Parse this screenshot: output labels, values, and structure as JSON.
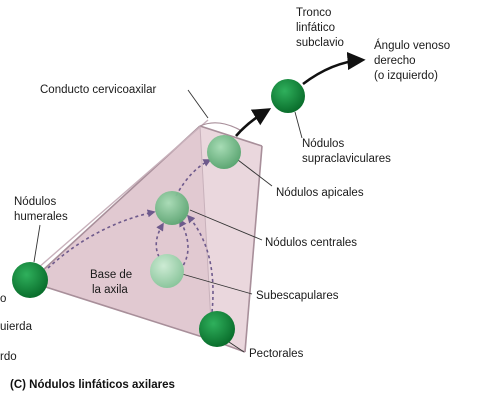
{
  "caption": "(C) Nódulos linfáticos axilares",
  "labels": {
    "tronco_1": "Tronco",
    "tronco_2": "linfático",
    "tronco_3": "subclavio",
    "angulo_1": "Ángulo venoso",
    "angulo_2": "derecho",
    "angulo_3": "(o izquierdo)",
    "conducto": "Conducto cervicoaxilar",
    "supra_1": "Nódulos",
    "supra_2": "supraclaviculares",
    "apicales": "Nódulos apicales",
    "humerales_1": "Nódulos",
    "humerales_2": "humerales",
    "centrales": "Nódulos centrales",
    "base_1": "Base de",
    "base_2": "la axila",
    "subescapulares": "Subescapulares",
    "pectorales": "Pectorales",
    "left_1": "o",
    "left_2": "uierda",
    "left_3": "rdo"
  },
  "colors": {
    "node_dark": "#0f8a3a",
    "node_mid": "#7cbf8f",
    "node_light": "#a8d8b4",
    "pyramid_fill": "#ead7dd",
    "pyramid_edge": "#a88f9a",
    "arrow": "#111111",
    "dashed_arrow": "#6e5a8c",
    "leader": "#333333"
  }
}
